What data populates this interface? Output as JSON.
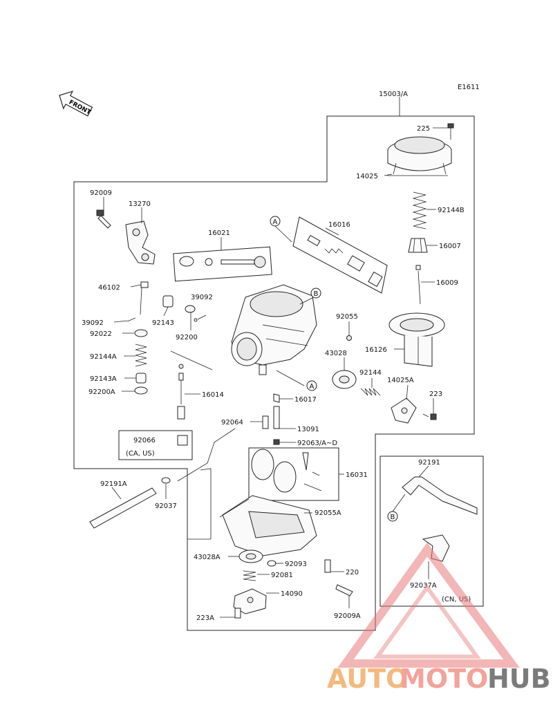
{
  "diagram_code": "E1611",
  "front_label": "FRONT",
  "refs": {
    "a": "A",
    "b": "B"
  },
  "labels": {
    "p15003A": "15003/A",
    "p225": "225",
    "p14025": "14025",
    "p92144B": "92144B",
    "p16007": "16007",
    "p16009": "16009",
    "p16126": "16126",
    "p92009": "92009",
    "p13270": "13270",
    "p16021": "16021",
    "p16016": "16016",
    "p46102": "46102",
    "p39092a": "39092",
    "p39092b": "39092",
    "p92143": "92143",
    "p92200": "92200",
    "p92022": "92022",
    "p92055": "92055",
    "p43028": "43028",
    "p92144A": "92144A",
    "p92143A": "92143A",
    "p92200A": "92200A",
    "p16014": "16014",
    "p92144": "92144",
    "p14025A": "14025A",
    "p223": "223",
    "p16017": "16017",
    "p92064": "92064",
    "p13091": "13091",
    "p92066": "92066",
    "p92066note": "(CA, US)",
    "p92063": "92063/A~D",
    "p16031": "16031",
    "p92191": "92191",
    "p92191A": "92191A",
    "p92037": "92037",
    "p92055A": "92055A",
    "p43028A": "43028A",
    "p92093": "92093",
    "p220": "220",
    "p92081": "92081",
    "p14090": "14090",
    "p223A": "223A",
    "p92009A": "92009A",
    "p92037A": "92037A",
    "p92037Anote": "(CN, US)"
  },
  "watermark": {
    "part1": "AUTO",
    "part2": "MOTO",
    "part3": "HUB"
  },
  "colors": {
    "watermark_red": "#e87a7a",
    "watermark_orange": "#f3b97d",
    "watermark_gray": "#7b7b7b"
  }
}
